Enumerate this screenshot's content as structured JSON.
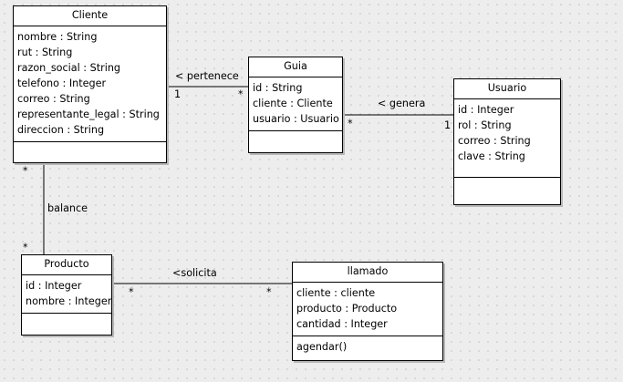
{
  "classes": {
    "cliente": {
      "name": "Cliente",
      "attributes": [
        "nombre : String",
        "rut : String",
        "razon_social : String",
        "telefono : Integer",
        "correo : String",
        "representante_legal : String",
        "direccion : String"
      ],
      "operations": []
    },
    "guia": {
      "name": "Guia",
      "attributes": [
        "id : String",
        "cliente : Cliente",
        "usuario : Usuario"
      ],
      "operations": []
    },
    "usuario": {
      "name": "Usuario",
      "attributes": [
        "id : Integer",
        "rol : String",
        "correo : String",
        "clave : String"
      ],
      "operations": []
    },
    "producto": {
      "name": "Producto",
      "attributes": [
        "id : Integer",
        "nombre : Integer"
      ],
      "operations": []
    },
    "llamado": {
      "name": "llamado",
      "attributes": [
        "cliente : cliente",
        "producto : Producto",
        "cantidad : Integer"
      ],
      "operations": [
        "agendar()"
      ]
    }
  },
  "associations": {
    "pertenece": {
      "label": "< pertenece",
      "from_mult": "1",
      "to_mult": "*"
    },
    "genera": {
      "label": "< genera",
      "from_mult": "*",
      "to_mult": "1"
    },
    "balance": {
      "label": "balance",
      "from_mult": "*",
      "to_mult": "*"
    },
    "solicita": {
      "label": "<solicita",
      "from_mult": "*",
      "to_mult": "*"
    }
  }
}
